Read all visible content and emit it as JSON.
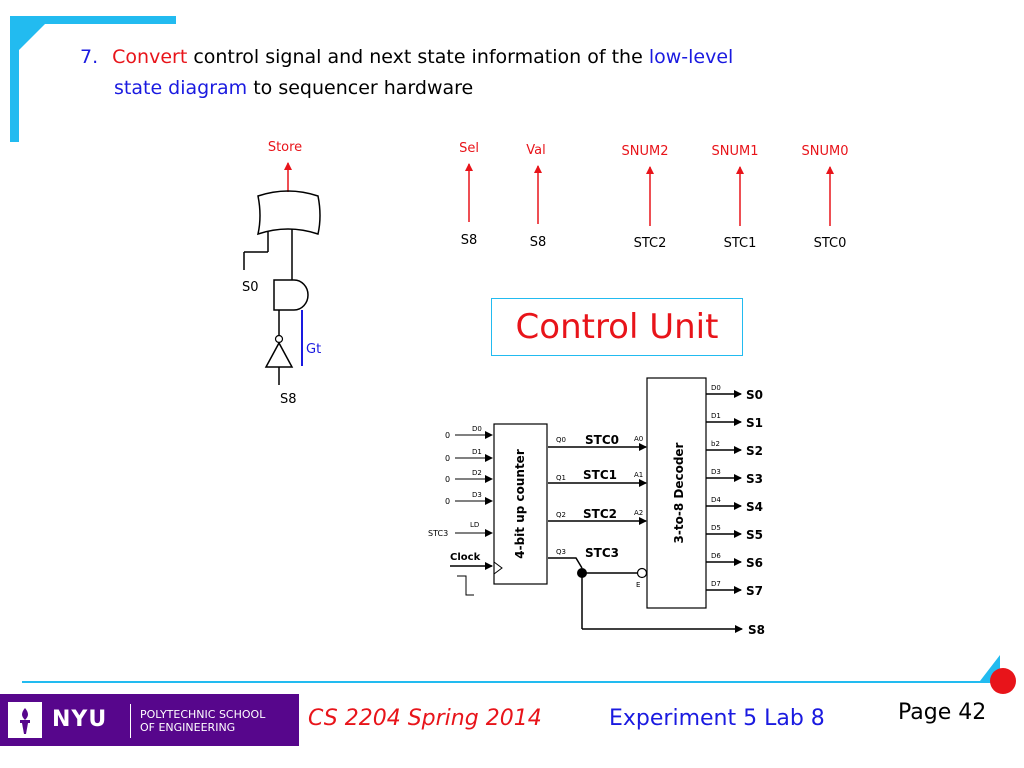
{
  "slide": {
    "number": "7.",
    "title_parts": [
      {
        "text": "Convert",
        "color": "red"
      },
      {
        "text": " control signal and next state information of the ",
        "color": "black"
      },
      {
        "text": "low-level",
        "color": "blue"
      }
    ],
    "title_line2_parts": [
      {
        "text": "state diagram",
        "color": "blue"
      },
      {
        "text": " to sequencer hardware",
        "color": "black"
      }
    ]
  },
  "gate_logic": {
    "output": "Store",
    "input_s0": "S0",
    "input_gt": "Gt",
    "input_s8": "S8"
  },
  "signal_mapping": [
    {
      "output": "Sel",
      "input": "S8"
    },
    {
      "output": "Val",
      "input": "S8"
    },
    {
      "output": "SNUM2",
      "input": "STC2"
    },
    {
      "output": "SNUM1",
      "input": "STC1"
    },
    {
      "output": "SNUM0",
      "input": "STC0"
    }
  ],
  "control_unit_label": "Control Unit",
  "counter": {
    "label": "4-bit up counter",
    "data_inputs": [
      {
        "value": "0",
        "pin": "D0"
      },
      {
        "value": "0",
        "pin": "D1"
      },
      {
        "value": "0",
        "pin": "D2"
      },
      {
        "value": "0",
        "pin": "D3"
      }
    ],
    "load_input": {
      "signal": "STC3",
      "pin": "LD"
    },
    "clock": "Clock",
    "outputs": [
      {
        "pin": "Q0",
        "signal": "STC0"
      },
      {
        "pin": "Q1",
        "signal": "STC1"
      },
      {
        "pin": "Q2",
        "signal": "STC2"
      },
      {
        "pin": "Q3",
        "signal": "STC3"
      }
    ]
  },
  "decoder": {
    "label": "3-to-8 Decoder",
    "address_pins": [
      "A0",
      "A1",
      "A2"
    ],
    "enable_pin": "E",
    "outputs": [
      {
        "pin": "D0",
        "signal": "S0"
      },
      {
        "pin": "D1",
        "signal": "S1"
      },
      {
        "pin": "b2",
        "signal": "S2"
      },
      {
        "pin": "D3",
        "signal": "S3"
      },
      {
        "pin": "D4",
        "signal": "S4"
      },
      {
        "pin": "D5",
        "signal": "S5"
      },
      {
        "pin": "D6",
        "signal": "S6"
      },
      {
        "pin": "D7",
        "signal": "S7"
      }
    ],
    "extra_output": "S8"
  },
  "footer": {
    "logo_name": "NYU",
    "school_line1": "POLYTECHNIC SCHOOL",
    "school_line2": "OF ENGINEERING",
    "course": "CS 2204 Spring 2014",
    "experiment": "Experiment 5 Lab 8",
    "page": "Page 42"
  },
  "colors": {
    "accent": "#22bbf0",
    "red": "#e8141a",
    "blue": "#1a1ae0",
    "nyu_purple": "#57068c"
  }
}
